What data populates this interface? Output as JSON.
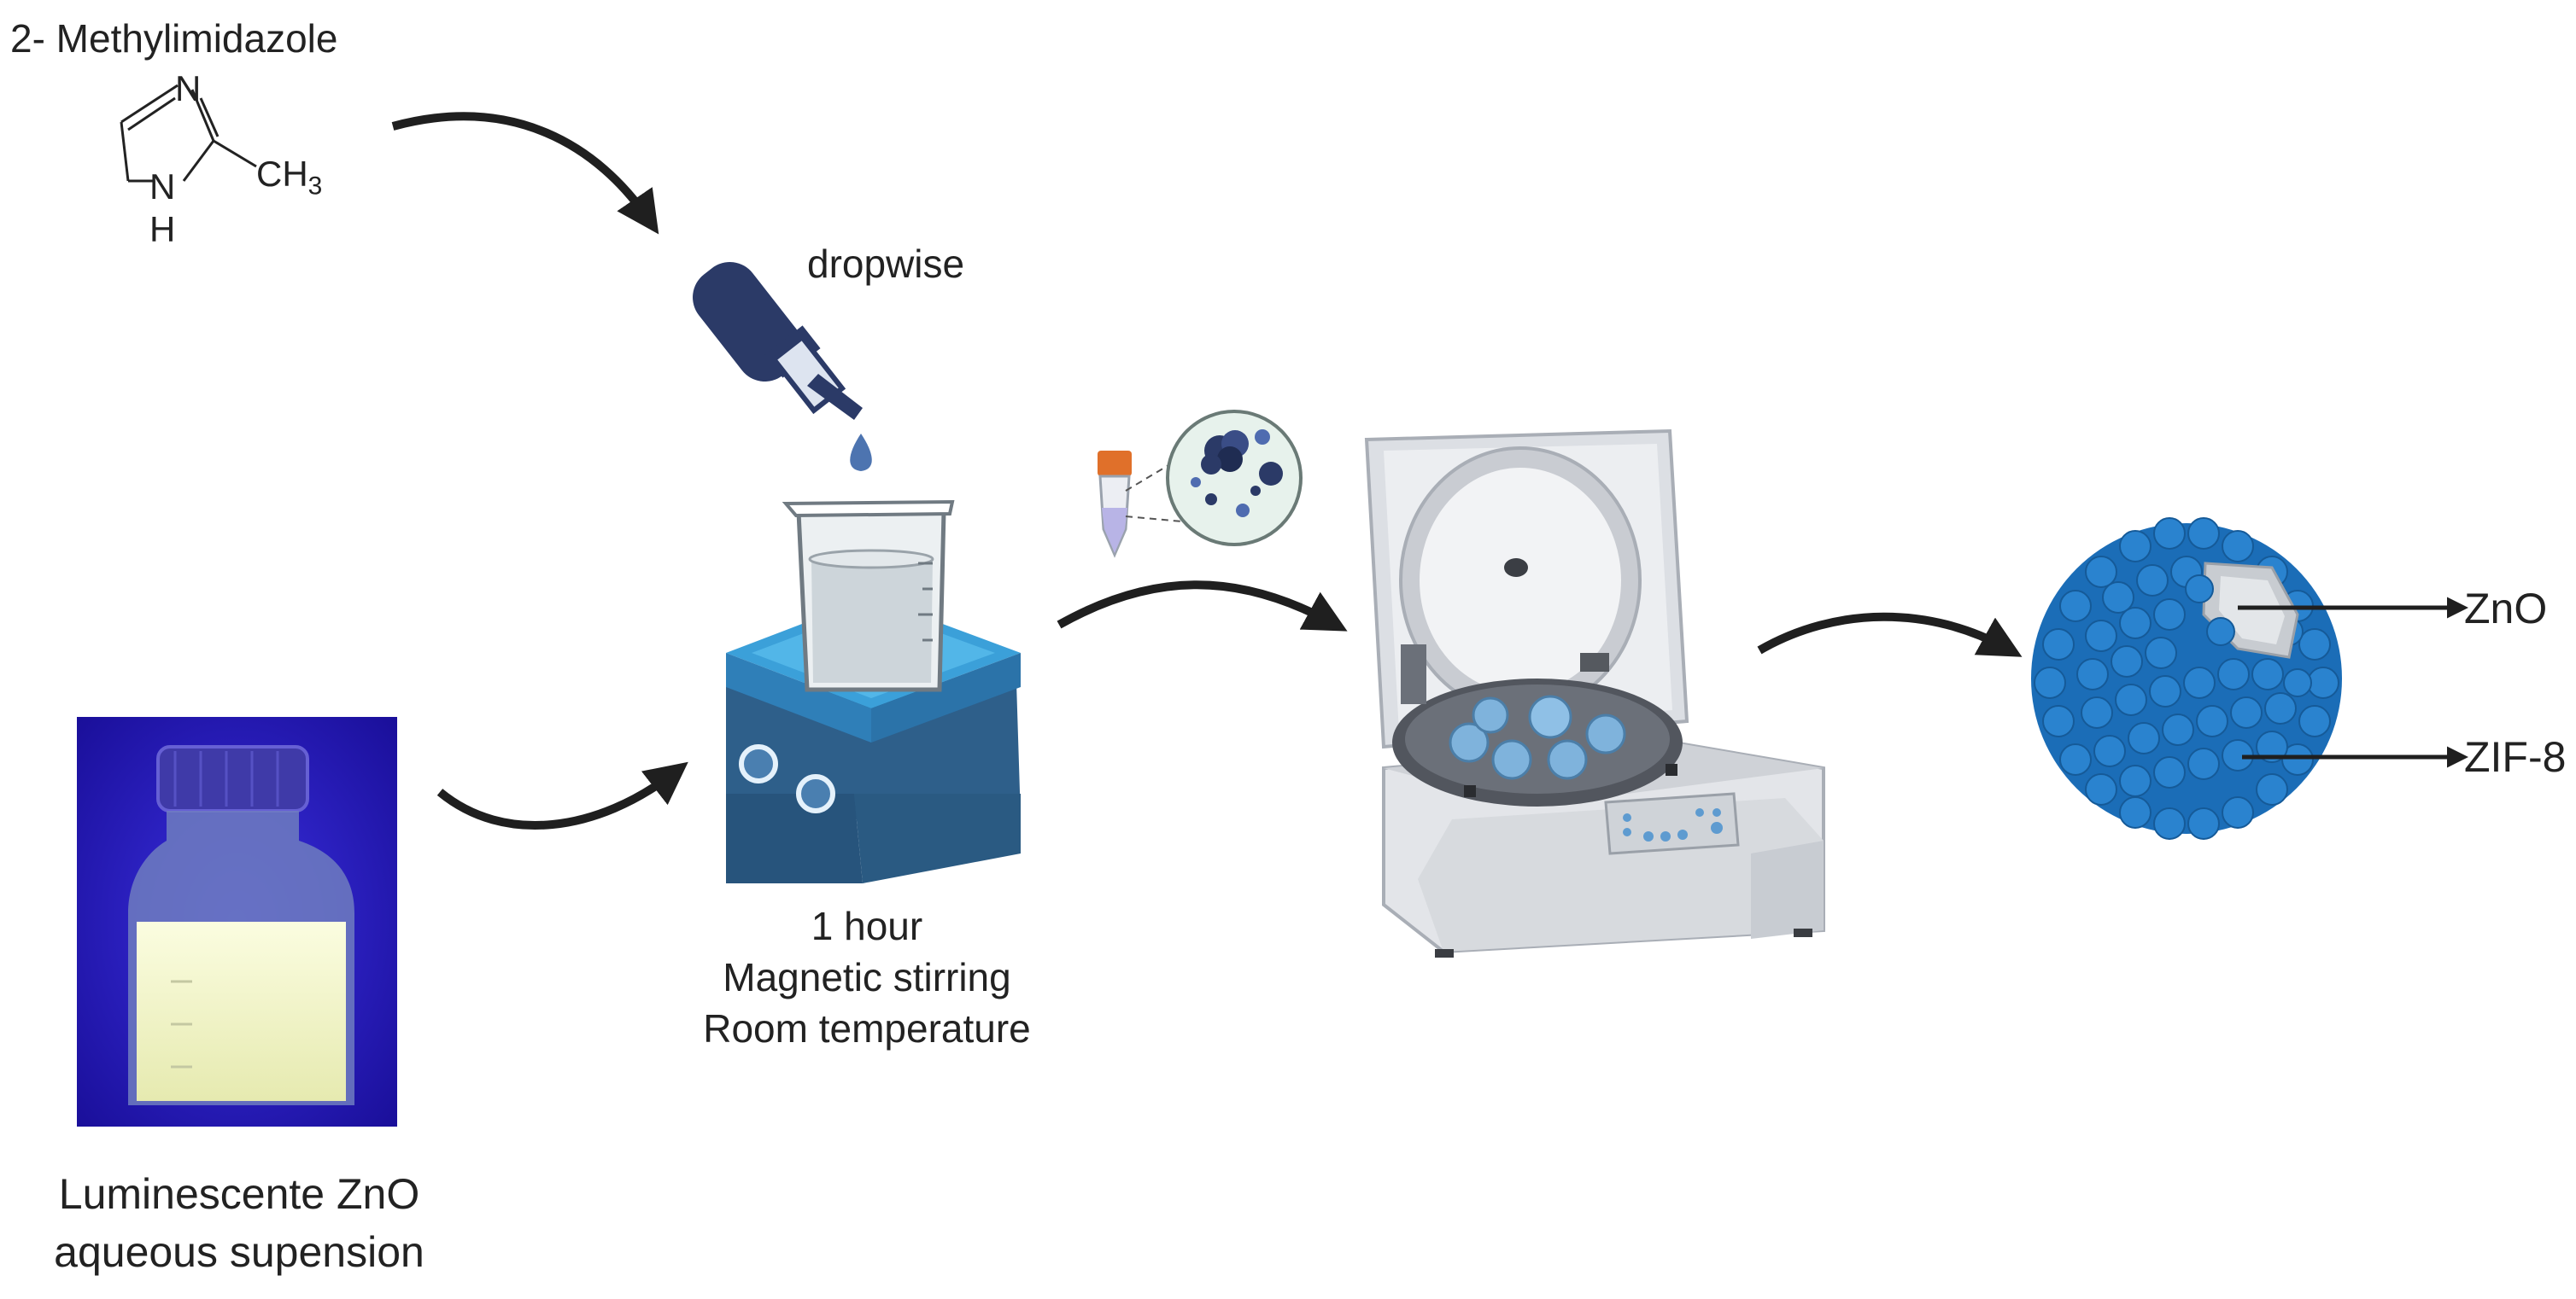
{
  "labels": {
    "reagent": "2- Methylimidazole",
    "ring_n": "N",
    "ring_nh": "N",
    "ring_h": "H",
    "ch3_main": "CH",
    "ch3_sub": "3",
    "dropwise": "dropwise",
    "stir_duration": "1 hour",
    "stir_method": "Magnetic stirring",
    "stir_temp": "Room temperature",
    "suspension_line1": "Luminescente ZnO",
    "suspension_line2": "aqueous supension",
    "zno": "ZnO",
    "zif8": "ZIF-8"
  },
  "colors": {
    "arrow": "#1f1f1f",
    "navy": "#2b3a67",
    "blue": "#1f6fb5",
    "hotplate": "#3ba0d9",
    "photo_bg": "#2b1ec8",
    "liquid": "#f4f6c8"
  },
  "icons": [
    "methylimidazole-structure",
    "dropper-icon",
    "beaker-icon",
    "hotplate-icon",
    "tube-icon",
    "magnifier-icon",
    "centrifuge-icon",
    "zif8-particle-icon",
    "vial-photo"
  ]
}
